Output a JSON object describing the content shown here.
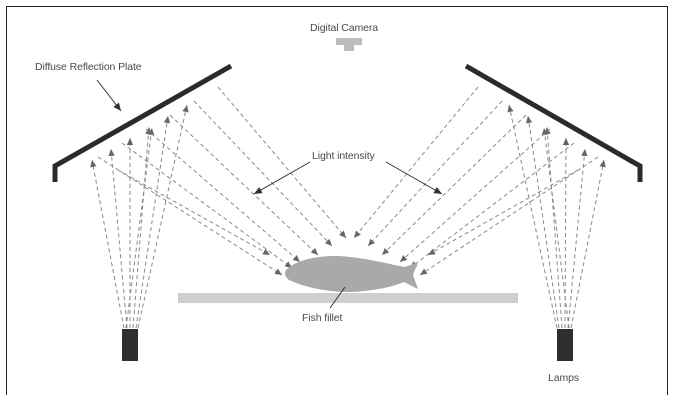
{
  "labels": {
    "camera": "Digital Camera",
    "plate": "Diffuse Reflection Plate",
    "intensity": "Light intensity",
    "fish": "Fish fillet",
    "lamps": "Lamps"
  },
  "colors": {
    "plate": "#2b2b2b",
    "ray": "#8a8a8a",
    "fish": "#a9a9a9",
    "conveyor": "#cfcfcf",
    "lamp": "#2e2e2e",
    "camera": "#b9b9b9",
    "pointer": "#333333"
  }
}
